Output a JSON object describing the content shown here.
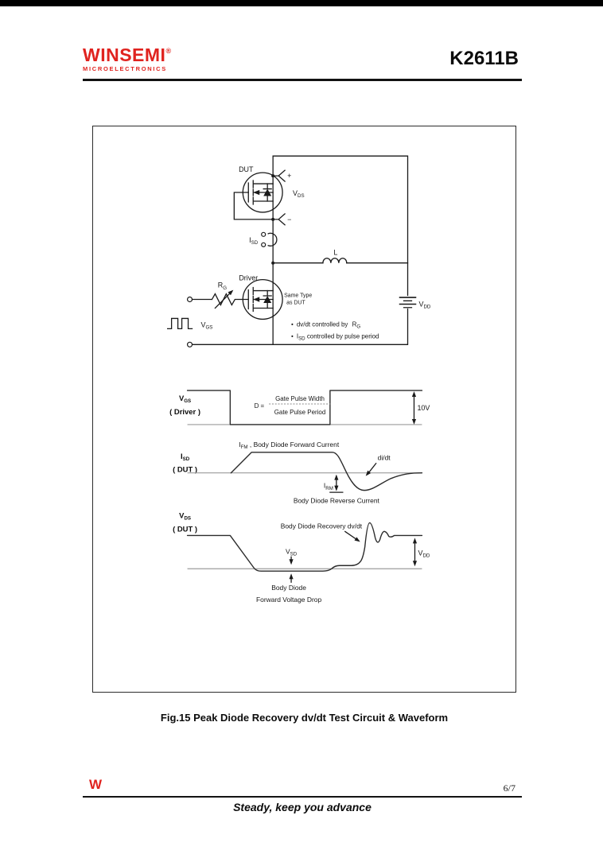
{
  "page": {
    "header": {
      "logo_name": "WINSEMI",
      "logo_registered": "®",
      "logo_tagline": "MICROELECTRONICS",
      "part_number": "K2611B"
    },
    "caption": "Fig.15 Peak Diode Recovery dv/dt Test Circuit & Waveform",
    "footer": {
      "mark": "W",
      "page_number": "6/7",
      "slogan": "Steady, keep you advance"
    }
  },
  "circuit": {
    "dut_label": "DUT",
    "driver_label": "Driver",
    "probe_plus": "+",
    "probe_minus": "−",
    "vds": {
      "base": "V",
      "sub": "DS"
    },
    "isd": {
      "base": "I",
      "sub": "SD"
    },
    "inductor_label": "L",
    "rg": {
      "base": "R",
      "sub": "G"
    },
    "vgs": {
      "base": "V",
      "sub": "GS"
    },
    "vdd": {
      "base": "V",
      "sub": "DD"
    },
    "same_type_line1": "Same Type",
    "same_type_line2": "as DUT",
    "note1": {
      "bullet": "•",
      "text": "dv/dt controlled by ",
      "rg_base": "R",
      "rg_sub": "G"
    },
    "note2": {
      "bullet": "•",
      "isd_base": "I",
      "isd_sub": "SD",
      "text": " controlled by pulse period"
    }
  },
  "waveforms": {
    "vgs": {
      "label_base": "V",
      "label_sub": "GS",
      "label_context": "( Driver )",
      "duty_label": "D =",
      "duty_numerator": "Gate Pulse Width",
      "duty_denominator": "Gate Pulse Period",
      "amplitude": "10V"
    },
    "isd": {
      "label_base": "I",
      "label_sub": "SD",
      "label_context": "( DUT )",
      "forward_base": "I",
      "forward_sub": "FM",
      "forward_text": " , Body Diode Forward Current",
      "didt_label": "di/dt",
      "irm_base": "I",
      "irm_sub": "RM",
      "reverse_text": "Body Diode Reverse Current"
    },
    "vds": {
      "label_base": "V",
      "label_sub": "DS",
      "label_context": "( DUT )",
      "recovery_text": "Body Diode Recovery dv/dt",
      "vsd_base": "V",
      "vsd_sub": "SD",
      "drop_line1": "Body Diode",
      "drop_line2": "Forward Voltage Drop",
      "vdd_base": "V",
      "vdd_sub": "DD"
    }
  },
  "colors": {
    "brand_red": "#e0231f",
    "ink": "#1a1a1a",
    "baseline_gray": "#9b9b9b"
  }
}
